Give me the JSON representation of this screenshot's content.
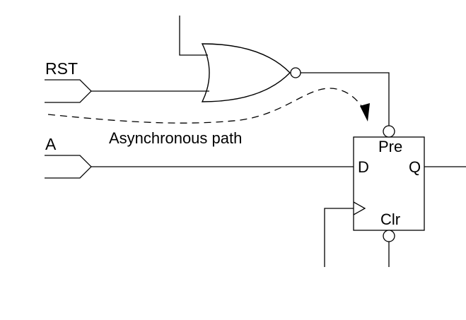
{
  "inputs": {
    "rst_label": "RST",
    "a_label": "A"
  },
  "annotation": {
    "path_label": "Asynchronous path"
  },
  "flip_flop": {
    "pre_label": "Pre",
    "d_label": "D",
    "q_label": "Q",
    "clr_label": "Clr"
  },
  "colors": {
    "stroke": "#000000",
    "background": "#ffffff"
  }
}
